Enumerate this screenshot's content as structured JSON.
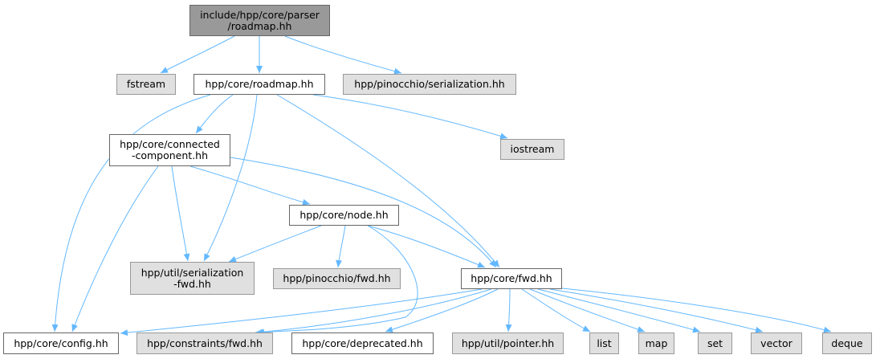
{
  "graph": {
    "edge_color": "#63b8ff",
    "colors": {
      "root": "#999999",
      "internal": "#ffffff",
      "external": "#e0e0e0"
    },
    "nodes": [
      {
        "id": "root",
        "label": "include/hpp/core/parser\n/roadmap.hh",
        "kind": "root"
      },
      {
        "id": "fstream",
        "label": "fstream",
        "kind": "external"
      },
      {
        "id": "roadmap",
        "label": "hpp/core/roadmap.hh",
        "kind": "internal"
      },
      {
        "id": "pinser",
        "label": "hpp/pinocchio/serialization.hh",
        "kind": "external"
      },
      {
        "id": "connected",
        "label": "hpp/core/connected\n-component.hh",
        "kind": "internal"
      },
      {
        "id": "iostream",
        "label": "iostream",
        "kind": "external"
      },
      {
        "id": "node",
        "label": "hpp/core/node.hh",
        "kind": "internal"
      },
      {
        "id": "utilser",
        "label": "hpp/util/serialization\n-fwd.hh",
        "kind": "external"
      },
      {
        "id": "pinfwd",
        "label": "hpp/pinocchio/fwd.hh",
        "kind": "external"
      },
      {
        "id": "corefwd",
        "label": "hpp/core/fwd.hh",
        "kind": "internal"
      },
      {
        "id": "config",
        "label": "hpp/core/config.hh",
        "kind": "internal"
      },
      {
        "id": "constraints",
        "label": "hpp/constraints/fwd.hh",
        "kind": "external"
      },
      {
        "id": "deprecated",
        "label": "hpp/core/deprecated.hh",
        "kind": "internal"
      },
      {
        "id": "pointer",
        "label": "hpp/util/pointer.hh",
        "kind": "external"
      },
      {
        "id": "list",
        "label": "list",
        "kind": "external"
      },
      {
        "id": "map",
        "label": "map",
        "kind": "external"
      },
      {
        "id": "set",
        "label": "set",
        "kind": "external"
      },
      {
        "id": "vector",
        "label": "vector",
        "kind": "external"
      },
      {
        "id": "deque",
        "label": "deque",
        "kind": "external"
      }
    ],
    "edges": [
      [
        "root",
        "fstream"
      ],
      [
        "root",
        "roadmap"
      ],
      [
        "root",
        "pinser"
      ],
      [
        "roadmap",
        "connected"
      ],
      [
        "roadmap",
        "iostream"
      ],
      [
        "roadmap",
        "utilser"
      ],
      [
        "roadmap",
        "corefwd"
      ],
      [
        "roadmap",
        "config"
      ],
      [
        "connected",
        "node"
      ],
      [
        "connected",
        "utilser"
      ],
      [
        "connected",
        "corefwd"
      ],
      [
        "connected",
        "config"
      ],
      [
        "node",
        "utilser"
      ],
      [
        "node",
        "pinfwd"
      ],
      [
        "node",
        "corefwd"
      ],
      [
        "node",
        "constraints"
      ],
      [
        "corefwd",
        "config"
      ],
      [
        "corefwd",
        "constraints"
      ],
      [
        "corefwd",
        "deprecated"
      ],
      [
        "corefwd",
        "pointer"
      ],
      [
        "corefwd",
        "list"
      ],
      [
        "corefwd",
        "map"
      ],
      [
        "corefwd",
        "set"
      ],
      [
        "corefwd",
        "vector"
      ],
      [
        "corefwd",
        "deque"
      ]
    ]
  }
}
